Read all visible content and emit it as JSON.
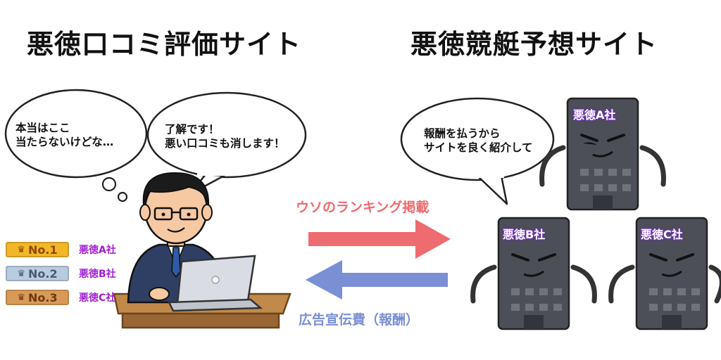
{
  "titles": {
    "left": "悪徳口コミ評価サイト",
    "right": "悪徳競艇予想サイト"
  },
  "bubbles": {
    "thought": "本当はここ\n当たらないけどな…",
    "speech": "了解です！\n悪い口コミも消します！",
    "company_speech": "報酬を払うから\nサイトを良く紹介して"
  },
  "flows": {
    "to_right": {
      "label": "ウソのランキング掲載",
      "color": "#ee6b6f"
    },
    "to_left": {
      "label": "広告宣伝費（報酬）",
      "color": "#7a8fd4"
    }
  },
  "ranking": [
    {
      "rank": "No.1",
      "name": "悪徳A社",
      "color": "#f3b62a",
      "text_color": "#8a4b00"
    },
    {
      "rank": "No.2",
      "name": "悪徳B社",
      "color": "#b9cbe0",
      "text_color": "#4b5a6e"
    },
    {
      "rank": "No.3",
      "name": "悪徳C社",
      "color": "#d99a57",
      "text_color": "#6a3a12"
    }
  ],
  "companies": [
    {
      "name": "悪徳A社"
    },
    {
      "name": "悪徳B社"
    },
    {
      "name": "悪徳C社"
    }
  ],
  "icons": {
    "crown": "crown-icon",
    "person": "businessman-icon",
    "laptop": "laptop-icon",
    "building": "evil-building-icon"
  }
}
